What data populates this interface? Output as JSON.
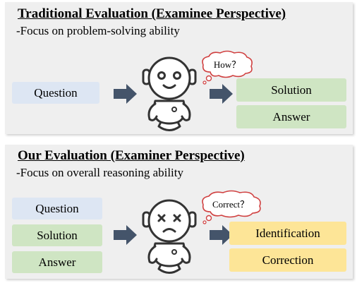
{
  "top_panel": {
    "title": "Traditional Evaluation (Examinee Perspective)",
    "subtitle": "-Focus on problem-solving ability",
    "inputs": [
      "Question"
    ],
    "bubble": "How？",
    "outputs": [
      "Solution",
      "Answer"
    ]
  },
  "bottom_panel": {
    "title": "Our Evaluation (Examiner Perspective)",
    "subtitle": "-Focus on overall reasoning ability",
    "inputs": [
      "Question",
      "Solution",
      "Answer"
    ],
    "bubble": "Correct？",
    "outputs": [
      "Identification",
      "Correction"
    ]
  },
  "colors": {
    "panel_bg": "#efefef",
    "question_box": "#dde6f3",
    "solution_answer_box": "#cfe5c3",
    "output_box_bottom": "#fde597",
    "arrow": "#44546a",
    "bubble_fill": "#ffffff",
    "bubble_stroke": "#d04040",
    "robot_stroke": "#333333"
  },
  "icons": [
    "robot-happy-icon",
    "robot-dizzy-icon",
    "thought-bubble-icon",
    "right-arrow-icon"
  ]
}
